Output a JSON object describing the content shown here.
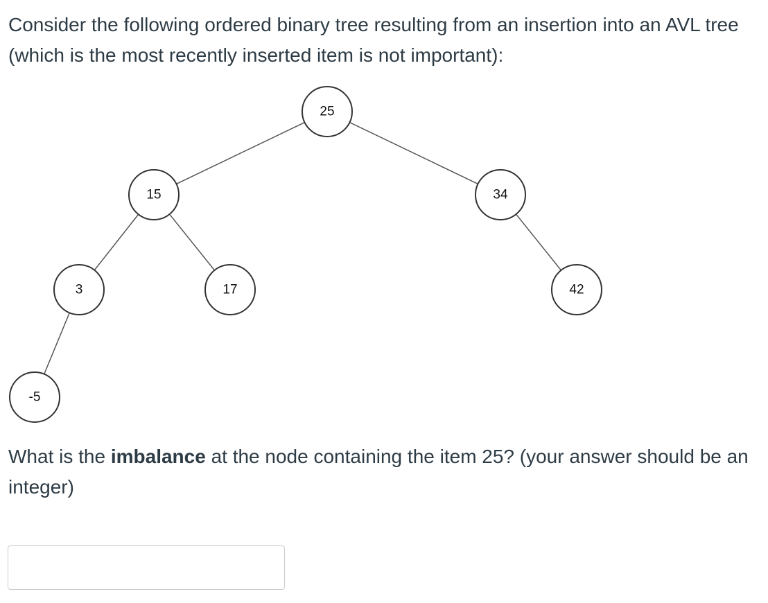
{
  "question": {
    "intro": "Consider the following ordered binary tree resulting from an insertion into an AVL tree (which is the most recently inserted item is not important):",
    "prompt_before": "What is the ",
    "prompt_bold": "imbalance",
    "prompt_after": " at the node containing the item 25?  (your answer should be an integer)"
  },
  "tree": {
    "nodes": [
      {
        "id": "n25",
        "label": "25",
        "parent": null
      },
      {
        "id": "n15",
        "label": "15",
        "parent": "n25"
      },
      {
        "id": "n34",
        "label": "34",
        "parent": "n25"
      },
      {
        "id": "n3",
        "label": "3",
        "parent": "n15"
      },
      {
        "id": "n17",
        "label": "17",
        "parent": "n15"
      },
      {
        "id": "n42",
        "label": "42",
        "parent": "n34"
      },
      {
        "id": "nm5",
        "label": "-5",
        "parent": "n3"
      }
    ]
  },
  "answer": {
    "value": ""
  }
}
